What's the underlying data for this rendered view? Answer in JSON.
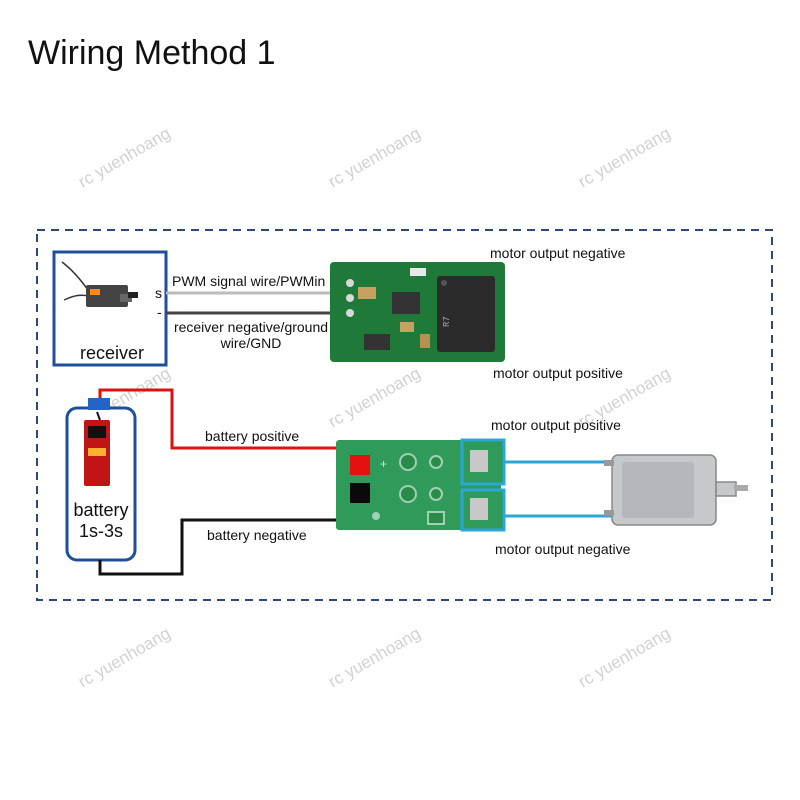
{
  "title": "Wiring Method 1",
  "watermark": "rc yuenhoang",
  "receiver": {
    "label": "receiver",
    "pin_s": "s",
    "pin_neg": "-"
  },
  "battery": {
    "label_line1": "battery",
    "label_line2": "1s-3s"
  },
  "wires": {
    "pwm": "PWM signal wire/PWMin",
    "receiver_ground_line1": "receiver negative/ground",
    "receiver_ground_line2": "wire/GND",
    "battery_positive": "battery positive",
    "battery_negative": "battery negative"
  },
  "motor_outputs": {
    "top_negative": "motor output negative",
    "top_positive": "motor output positive",
    "bottom_positive": "motor output positive",
    "bottom_negative": "motor output negative"
  },
  "colors": {
    "dashed_border": "#2d4a7a",
    "receiver_box": "#1f4f99",
    "pcb_green": "#1f7a3a",
    "wire_red": "#e01010",
    "wire_black": "#111111",
    "wire_blue": "#2aa7d6"
  }
}
